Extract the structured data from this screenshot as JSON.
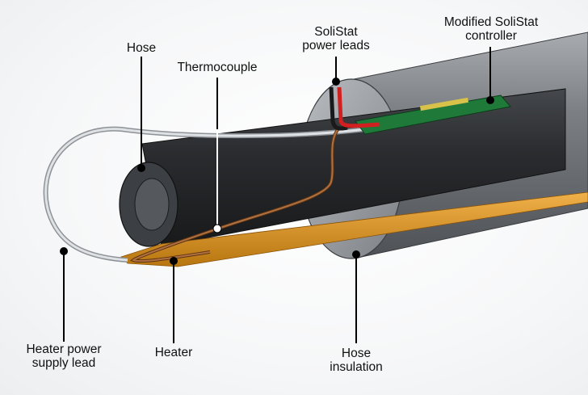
{
  "labels": {
    "hose": "Hose",
    "thermocouple": "Thermocouple",
    "solistat_power_leads": "SoliStat\npower leads",
    "modified_solistat_controller": "Modified SoliStat\ncontroller",
    "heater_power_supply_lead": "Heater power\nsupply lead",
    "heater": "Heater",
    "hose_insulation": "Hose\ninsulation"
  },
  "colors": {
    "hose": "#2b2d30",
    "insulation": "#8b8e92",
    "heater": "#d9921c",
    "thermocouple_wire": "#9a5a2a",
    "power_supply_lead": "#c9ccd0",
    "controller_board": "#1f7a3a",
    "lead_red": "#d21f1f",
    "lead_black": "#1a1a1a",
    "callout_line": "#000000"
  }
}
